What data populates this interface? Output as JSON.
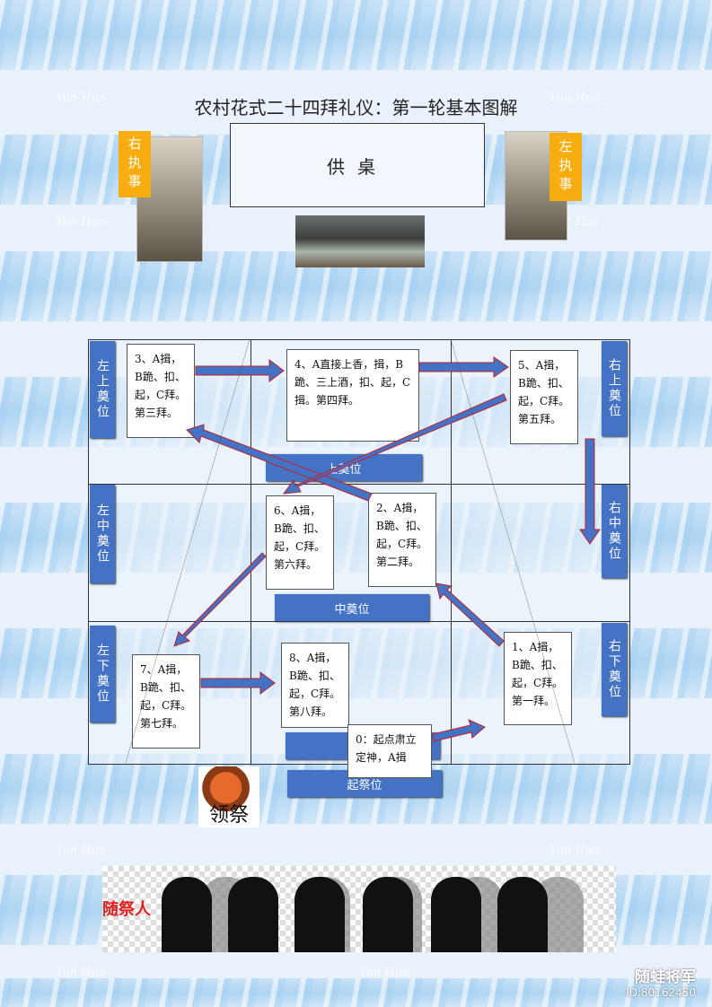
{
  "title": "农村花式二十四拜礼仪：第一轮基本图解",
  "altar": "供桌",
  "right_attendant": "右执事",
  "left_attendant": "左执事",
  "watermark_text": "Yun Hua",
  "positions": {
    "left_upper": "左上奠位",
    "left_middle": "左中奠位",
    "left_lower": "左下奠位",
    "right_upper": "右上奠位",
    "right_middle": "右中奠位",
    "right_lower": "右下奠位",
    "upper": "上奠位",
    "middle": "中奠位",
    "start": "起祭位"
  },
  "steps": {
    "s0": "0：起点肃立\n定神，A揖",
    "s1": "1、A揖，\nB跪、扣、\n起，C拜。\n第一拜。",
    "s2": "2、A揖，\nB跪、扣、\n起，C拜。\n第二拜。",
    "s3": "3、A揖，\nB跪、扣、\n起，C拜。\n第三拜。",
    "s4": "4、A直接上香，揖，B\n跪、三上酒，扣、起，C\n揖。第四拜。",
    "s5": "5、A揖，\nB跪、扣、\n起，C拜。\n第五拜。",
    "s6": "6、A揖，\nB跪、扣、\n起，C拜。\n第六拜。",
    "s7": "7、A揖，\nB跪、扣、\n起，C拜。\n第七拜。",
    "s8": "8、A揖，\nB跪、扣、\n起，C拜。\n第八拜。"
  },
  "leader": "领祭",
  "followers": "随祭人",
  "credit": {
    "name": "随蛙将军",
    "id": "ID:80162450"
  },
  "colors": {
    "position_box": "#4472c4",
    "attendant_tag": "#f7ad10",
    "arrow_fill": "#4472c4",
    "arrow_stroke": "#c0202a"
  }
}
